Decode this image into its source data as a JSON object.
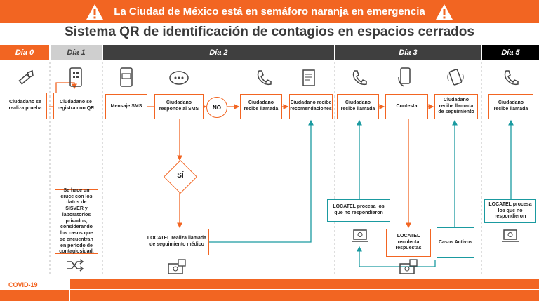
{
  "banner": {
    "text": "La Ciudad de México está en semáforo naranja en emergencia"
  },
  "title": "Sistema QR de identificación de contagios en espacios cerrados",
  "days": [
    "Día 0",
    "Día 1",
    "Día 2",
    "Día 3",
    "Día 5"
  ],
  "colors": {
    "orange": "#f26522",
    "dark": "#3f3f3f",
    "grey": "#cfcfcf",
    "teal": "#1a9aa0",
    "black": "#000000"
  },
  "nodes": {
    "d0_prueba": "Ciudadano se realiza prueba",
    "d1_qr": "Ciudadano se registra con QR",
    "d1_cruce": "Se hace un cruce con los datos de SISVER y laboratorios privados, considerando los casos que se encuentran en período de contagiosidad.",
    "d2_sms": "Mensaje SMS",
    "d2_responde": "Ciudadano responde al SMS",
    "d2_no": "NO",
    "d2_si": "SÍ",
    "d2_llamada": "Ciudadano recibe llamada",
    "d2_recomendaciones": "Ciudadano recibe recomendaciones",
    "d2_locatel": "LOCATEL realiza llamada de seguimiento médico",
    "d3_llamada": "Ciudadano recibe llamada",
    "d3_contesta": "Contesta",
    "d3_seguimiento": "Ciudadano recibe llamada de seguimiento",
    "d3_procesa": "LOCATEL procesa los que no respondieron",
    "d3_recolecta": "LOCATEL recolecta respuestas",
    "d3_activos": "Casos Activos",
    "d5_llamada": "Ciudadano recibe llamada",
    "d5_procesa": "LOCATEL procesa los que no respondieron"
  },
  "icons": [
    "warning-icon",
    "flashlight-icon",
    "qr-phone-icon",
    "sms-phone-icon",
    "chat-bubble-icon",
    "phone-call-icon",
    "document-pen-icon",
    "hand-phone-icon",
    "vibrating-phone-icon",
    "shuffle-icon",
    "lock-box-icon",
    "laptop-gear-icon"
  ],
  "footer": {
    "label": "COVID-19"
  }
}
